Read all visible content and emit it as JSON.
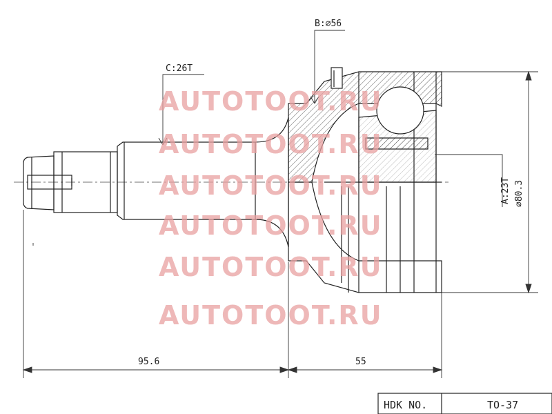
{
  "dimensions": {
    "b_diameter": "B:⌀56",
    "c_spline": "C:26T",
    "a_spline": "A:23T",
    "outer_diameter": "⌀80.3",
    "length_left": "95.6",
    "length_right": "55"
  },
  "title_block": {
    "label": "HDK NO.",
    "part_number": "TO-37"
  },
  "watermark": {
    "text": "AUTOTOOT.RU",
    "color": "#e8a0a0"
  }
}
